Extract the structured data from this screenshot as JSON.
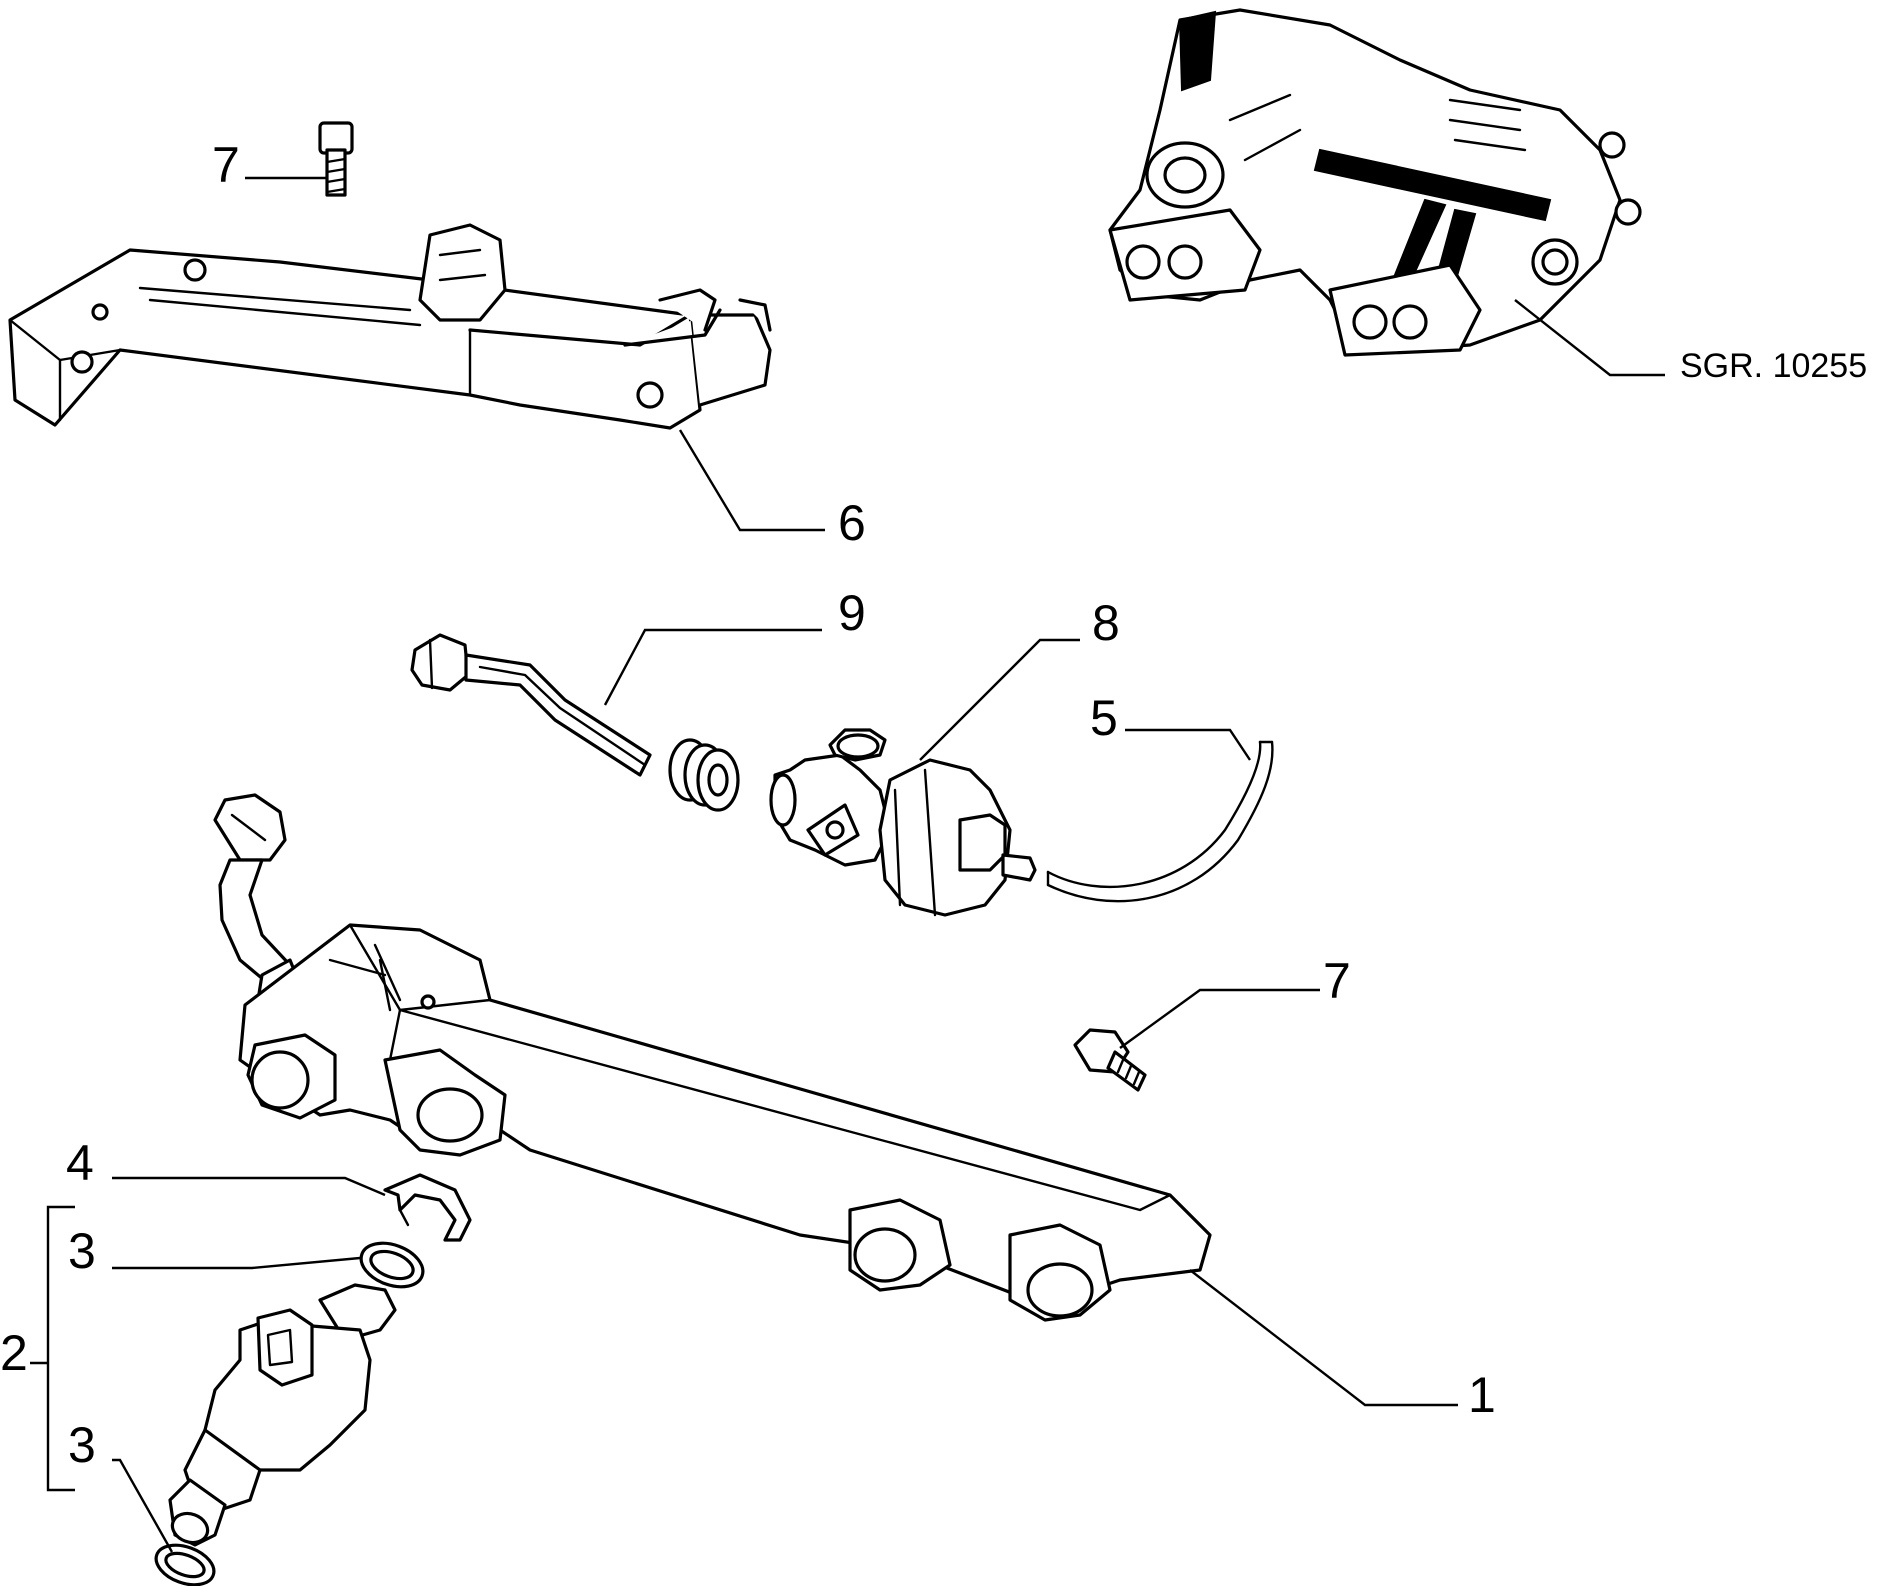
{
  "diagram": {
    "reference_code": "SGR. 10255",
    "callouts": {
      "fuel_rail": "1",
      "injector_assembly": "2",
      "upper_seal_ring": "3",
      "lower_seal_ring": "3",
      "retaining_clip": "4",
      "vacuum_hose": "5",
      "mounting_bracket": "6",
      "bracket_bolt": "7",
      "rail_bolt": "7",
      "pressure_regulator": "8",
      "fuel_pipe": "9"
    }
  }
}
